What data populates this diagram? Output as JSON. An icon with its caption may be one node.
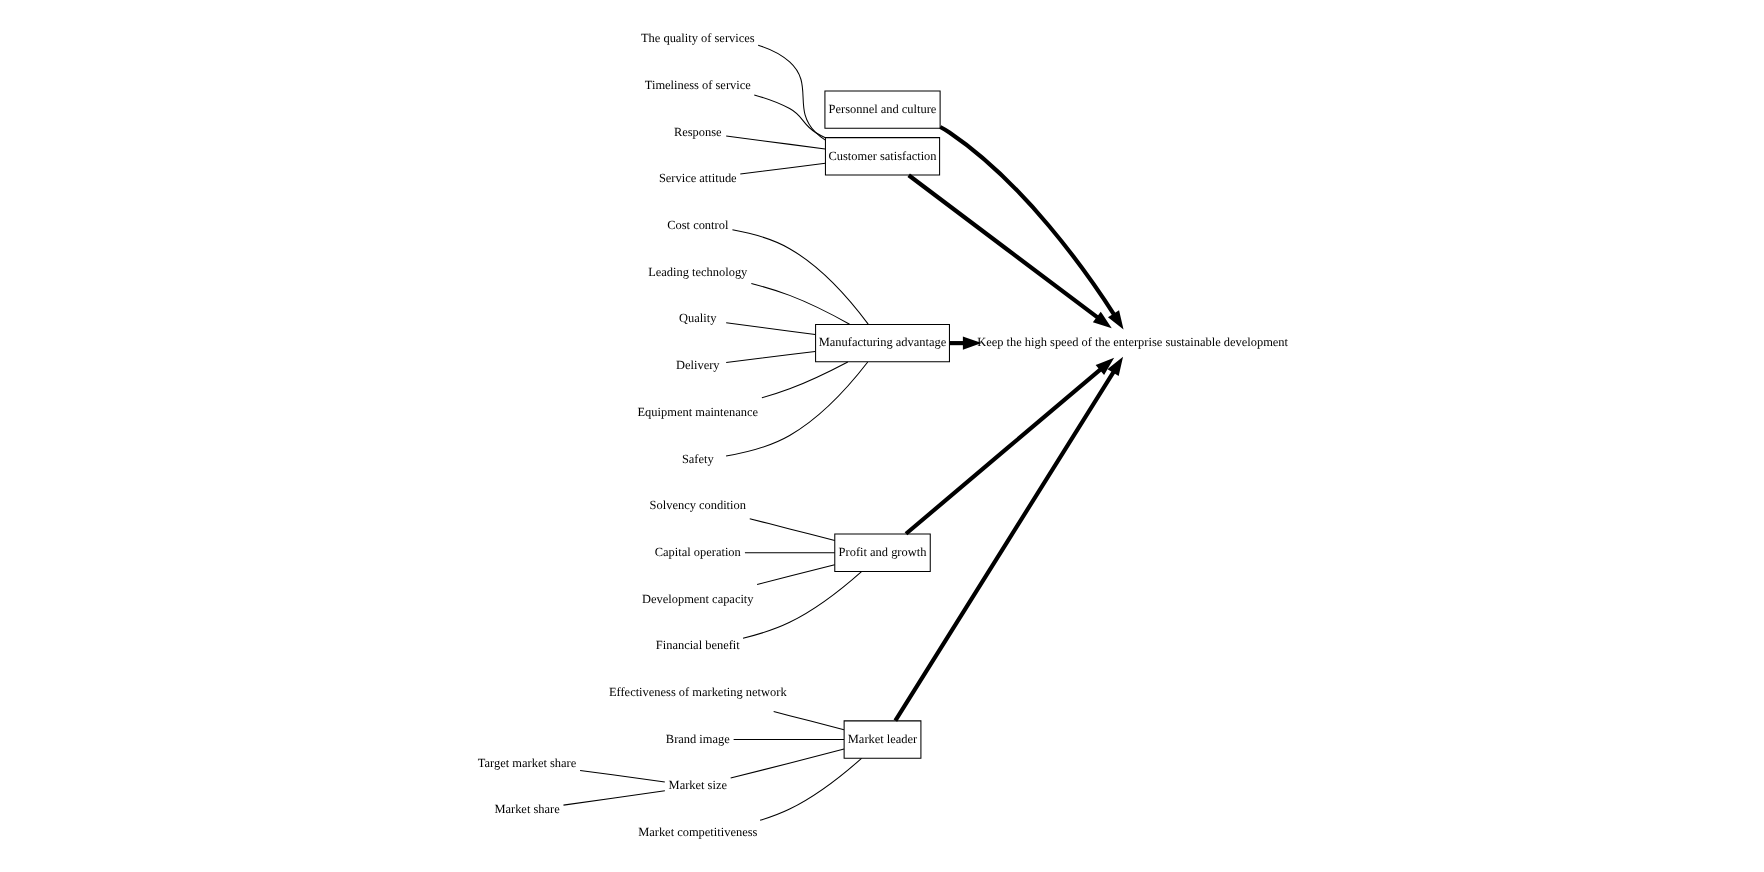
{
  "diagram": {
    "nodes": [
      {
        "text": [
          "Personnel and culture"
        ]
      },
      {
        "text": [
          "Customer satisfaction"
        ]
      },
      {
        "text": [
          "The quality of services"
        ]
      },
      {
        "text": [
          "Timeliness of service"
        ]
      },
      {
        "text": [
          "Response"
        ]
      },
      {
        "text": [
          "Service attitude"
        ]
      },
      {
        "text": [
          "Manufacturing advantage"
        ]
      },
      {
        "text": [
          "Cost control"
        ]
      },
      {
        "text": [
          "Leading technology"
        ]
      },
      {
        "text": [
          "Quality"
        ]
      },
      {
        "text": [
          "Delivery"
        ]
      },
      {
        "text": [
          "Equipment maintenance"
        ]
      },
      {
        "text": [
          "Safety"
        ]
      },
      {
        "text": [
          "Keep the high speed of the enterprise sustainable development"
        ]
      },
      {
        "text": [
          "Solvency condition"
        ]
      },
      {
        "text": [
          "Capital operation"
        ]
      },
      {
        "text": [
          "Development capacity"
        ]
      },
      {
        "text": [
          "Financial benefit"
        ]
      },
      {
        "text": [
          "Profit and growth"
        ]
      },
      {
        "text": [
          "Effectiveness of marketing network"
        ]
      },
      {
        "text": [
          "Brand image"
        ]
      },
      {
        "text": [
          "Market size"
        ]
      },
      {
        "text": [
          "Target market share"
        ]
      },
      {
        "text": [
          "Market share"
        ]
      },
      {
        "text": [
          "Market competitiveness"
        ]
      },
      {
        "text": [
          "Market leader"
        ]
      }
    ],
    "edges": [
      {
        "from": 0,
        "to": 13,
        "arrow": "to",
        "style": "thick"
      },
      {
        "from": 1,
        "to": 13,
        "arrow": "to",
        "style": "thick"
      },
      {
        "from": 6,
        "to": 13,
        "arrow": "to",
        "style": "thick"
      },
      {
        "from": 18,
        "to": 13,
        "arrow": "to",
        "style": "thick"
      },
      {
        "from": 25,
        "to": 13,
        "arrow": "to",
        "style": "thick"
      },
      {
        "from": 2,
        "to": 1,
        "arrow": "none"
      },
      {
        "from": 3,
        "to": 1,
        "arrow": "none"
      },
      {
        "from": 4,
        "to": 1,
        "arrow": "none"
      },
      {
        "from": 5,
        "to": 1,
        "arrow": "none"
      },
      {
        "from": 7,
        "to": 6,
        "arrow": "none"
      },
      {
        "from": 8,
        "to": 6,
        "arrow": "none"
      },
      {
        "from": 9,
        "to": 6,
        "arrow": "none"
      },
      {
        "from": 10,
        "to": 6,
        "arrow": "none"
      },
      {
        "from": 11,
        "to": 6,
        "arrow": "none"
      },
      {
        "from": 12,
        "to": 6,
        "arrow": "none"
      },
      {
        "from": 14,
        "to": 18,
        "arrow": "none"
      },
      {
        "from": 15,
        "to": 18,
        "arrow": "none"
      },
      {
        "from": 16,
        "to": 18,
        "arrow": "none"
      },
      {
        "from": 17,
        "to": 18,
        "arrow": "none"
      },
      {
        "from": 19,
        "to": 25,
        "arrow": "none"
      },
      {
        "from": 20,
        "to": 25,
        "arrow": "none"
      },
      {
        "from": 21,
        "to": 25,
        "arrow": "none"
      },
      {
        "from": 22,
        "to": 21,
        "arrow": "none"
      },
      {
        "from": 23,
        "to": 21,
        "arrow": "none"
      },
      {
        "from": 24,
        "to": 25,
        "arrow": "none"
      }
    ]
  }
}
